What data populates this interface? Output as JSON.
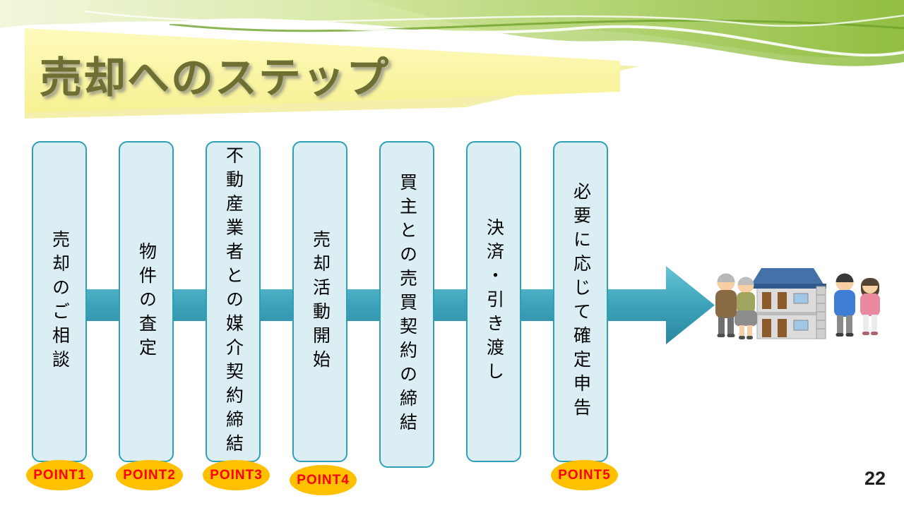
{
  "slide": {
    "title": "売却へのステップ",
    "page_number": "22"
  },
  "steps": [
    {
      "label": "売却のご相談"
    },
    {
      "label": "物件の査定"
    },
    {
      "label": "不動産業者との媒介契約締結"
    },
    {
      "label": "売却活動開始"
    },
    {
      "label": "買主との売買契約の締結"
    },
    {
      "label": "決済・引き渡し"
    },
    {
      "label": "必要に応じて確定申告"
    }
  ],
  "points": [
    {
      "label": "POINT1"
    },
    {
      "label": "POINT2"
    },
    {
      "label": "POINT3"
    },
    {
      "label": "POINT4"
    },
    {
      "label": "POINT5"
    }
  ],
  "icons": {
    "illustration": "elderly-couple-house-young-couple"
  },
  "colors": {
    "step_fill": "#daeef4",
    "step_border": "#2da0b5",
    "arrow_teal": "#3da2ba",
    "badge_fill": "#ffc000",
    "badge_text": "#ff0000",
    "banner_yellow": "#fbf7a6",
    "title_olive": "#6e7033",
    "header_green": "#a7cd56"
  }
}
